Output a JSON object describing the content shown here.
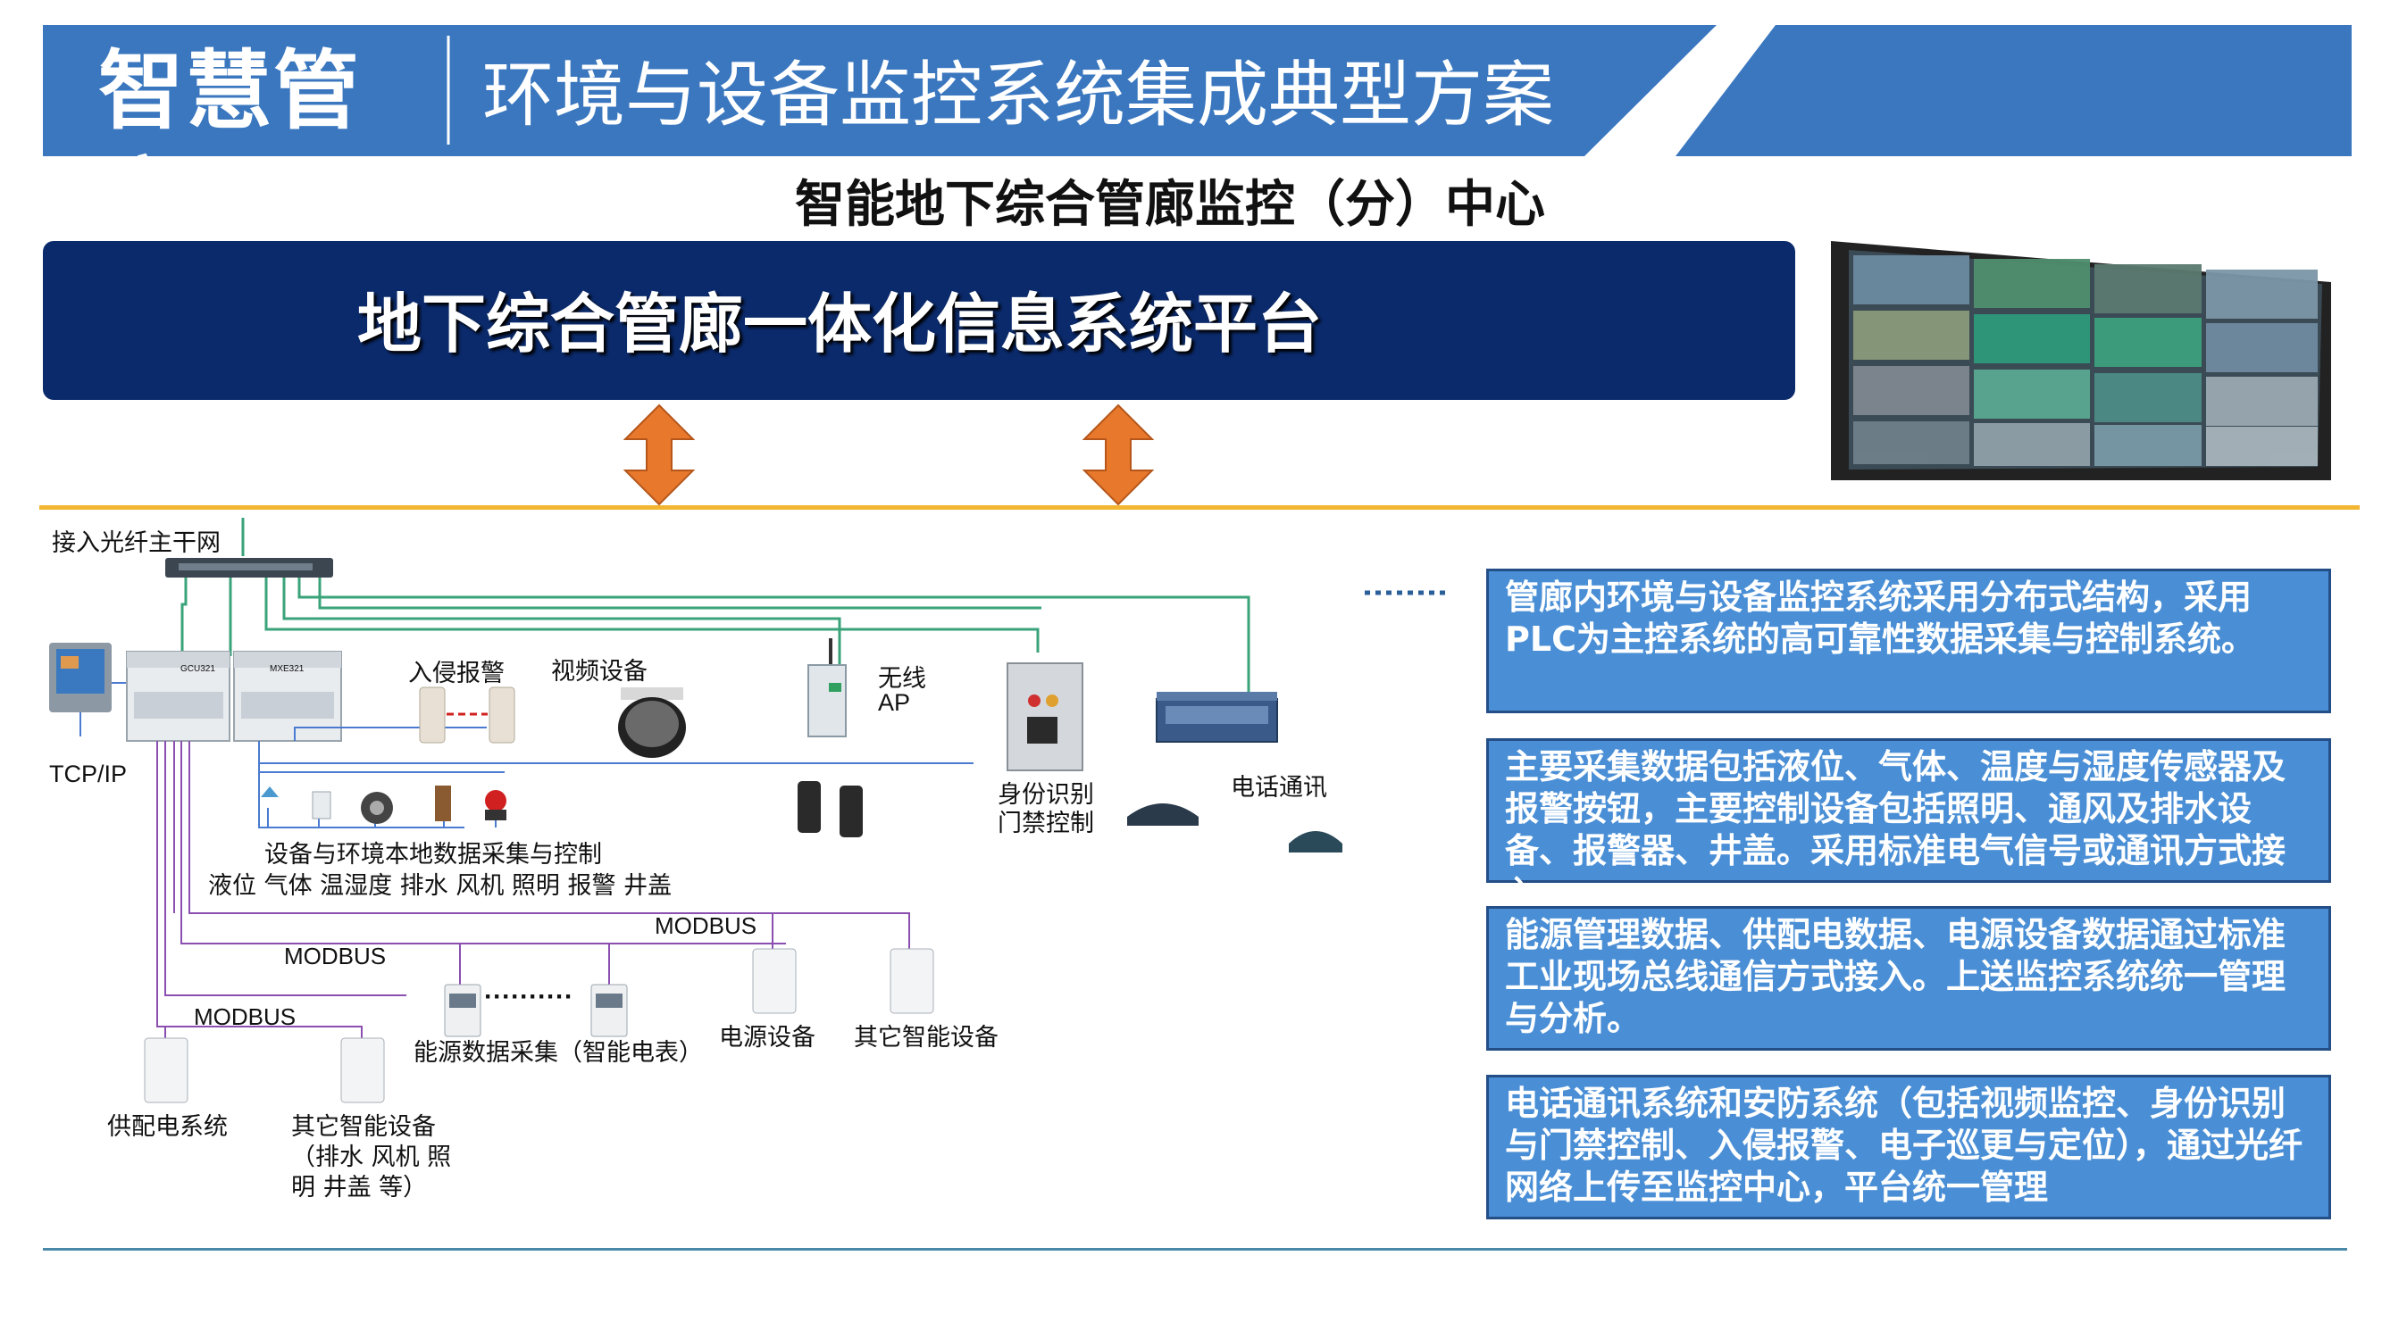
{
  "header": {
    "title": "智慧管廊",
    "subtitle": "环境与设备监控系统集成典型方案"
  },
  "center_label": "智能地下综合管廊监控（分）中心",
  "platform_title": "地下综合管廊一体化信息系统平台",
  "diagram": {
    "backbone_label": "接入光纤主干网",
    "tcpip_label": "TCP/IP",
    "intrusion_alarm": "入侵报警",
    "video_device": "视频设备",
    "wireless_ap_line1": "无线",
    "wireless_ap_line2": "AP",
    "access_control_line1": "身份识别",
    "access_control_line2": "门禁控制",
    "telephone": "电话通讯",
    "local_collect": "设备与环境本地数据采集与控制",
    "local_items": "液位 气体 温湿度  排水 风机 照明 报警 井盖",
    "modbus_1": "MODBUS",
    "modbus_2": "MODBUS",
    "modbus_3": "MODBUS",
    "dots": "··········",
    "energy_collect": "能源数据采集（智能电表）",
    "power_device": "电源设备",
    "other_smart_device": "其它智能设备",
    "power_distribution": "供配电系统",
    "other_smart_device_2": "其它智能设备",
    "other_smart_device_2_line2": "（排水 风机 照",
    "other_smart_device_2_line3": "明 井盖 等）",
    "plc_module_1": "GCU321",
    "plc_module_2": "MXE321"
  },
  "info_boxes": [
    "管廊内环境与设备监控系统采用分布式结构，采用PLC为主控系统的高可靠性数据采集与控制系统。",
    "主要采集数据包括液位、气体、温度与湿度传感器及报警按钮，主要控制设备包括照明、通风及排水设备、报警器、井盖。采用标准电气信号或通讯方式接入",
    "能源管理数据、供配电数据、电源设备数据通过标准工业现场总线通信方式接入。上送监控系统统一管理与分析。",
    "电话通讯系统和安防系统（包括视频监控、身份识别与门禁控制、入侵报警、电子巡更与定位），通过光纤网络上传至监控中心，平台统一管理"
  ],
  "colors": {
    "banner_blue": "#3a77bf",
    "platform_navy": "#0b2a6b",
    "arrow_orange": "#e8782b",
    "divider_gold": "#f2b632",
    "line_green": "#3aa37a",
    "line_blue": "#4a7bd0",
    "line_purple": "#8a4fb0",
    "box_blue": "#4a8fd6"
  }
}
